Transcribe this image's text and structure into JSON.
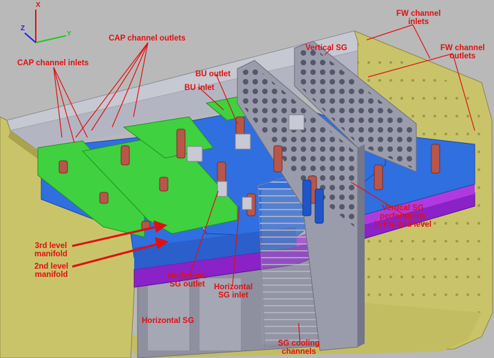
{
  "axes": {
    "x": "X",
    "y": "Y",
    "z": "Z"
  },
  "labels": {
    "cap_outlets": "CAP channel outlets",
    "cap_inlets": "CAP channel inlets",
    "fw_inlets_1": "FW channel",
    "fw_inlets_2": "inlets",
    "fw_outlets_1": "FW channel",
    "fw_outlets_2": "outlets",
    "vertical_sg": "Vertical SG",
    "bu_outlet": "BU outlet",
    "bu_inlet": "BU inlet",
    "vsg_perf_1": "Vertical SG",
    "vsg_perf_2": "perforations",
    "vsg_perf_3": "in the 2nd level",
    "third_level_1": "3rd level",
    "third_level_2": "manifold",
    "second_level_1": "2nd level",
    "second_level_2": "manifold",
    "hsg_outlet_1": "Horizontal",
    "hsg_outlet_2": "SG outlet",
    "hsg_inlet_1": "Horizontal",
    "hsg_inlet_2": "SG inlet",
    "horizontal_sg": "Horizontal SG",
    "sg_cooling_1": "SG cooling",
    "sg_cooling_2": "channels"
  },
  "colors": {
    "label": "#e01010",
    "first_wall": "#c9c46a",
    "cap_plate": "#3fd13f",
    "bu_plate": "#2f6fe0",
    "manifold": "#8a22c8",
    "steel": "#8d8fa0",
    "breeder_pin": "#b8564a",
    "background": "#b9b9b9"
  }
}
